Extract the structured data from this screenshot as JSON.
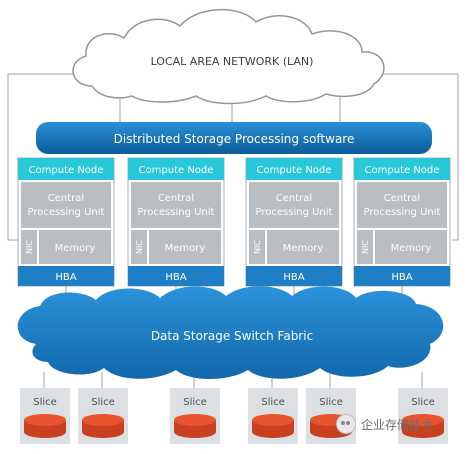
{
  "lan": {
    "label": "LOCAL AREA NETWORK (LAN)"
  },
  "software_bar": {
    "label": "Distributed Storage Processing software"
  },
  "nodes": [
    {
      "title": "Compute Node",
      "cpu_line1": "Central",
      "cpu_line2": "Processing Unit",
      "nic": "NIC",
      "memory": "Memory",
      "hba": "HBA"
    },
    {
      "title": "Compute Node",
      "cpu_line1": "Central",
      "cpu_line2": "Processing Unit",
      "nic": "NIC",
      "memory": "Memory",
      "hba": "HBA"
    },
    {
      "title": "Compute Node",
      "cpu_line1": "Central",
      "cpu_line2": "Processing Unit",
      "nic": "NIC",
      "memory": "Memory",
      "hba": "HBA"
    },
    {
      "title": "Compute Node",
      "cpu_line1": "Central",
      "cpu_line2": "Processing Unit",
      "nic": "NIC",
      "memory": "Memory",
      "hba": "HBA"
    }
  ],
  "fabric": {
    "label": "Data Storage Switch Fabric"
  },
  "slices": [
    "Slice",
    "Slice",
    "Slice",
    "Slice",
    "Slice",
    "Slice"
  ],
  "watermark": {
    "text": "企业存储技术"
  },
  "colors": {
    "primary_blue": "#1f7fc6",
    "dark_blue": "#0f5f9d",
    "cyan_header": "#28c7da",
    "gray_panel": "#b9bec3",
    "slice_orange": "#e8542e",
    "slice_box": "#dde0e3"
  }
}
